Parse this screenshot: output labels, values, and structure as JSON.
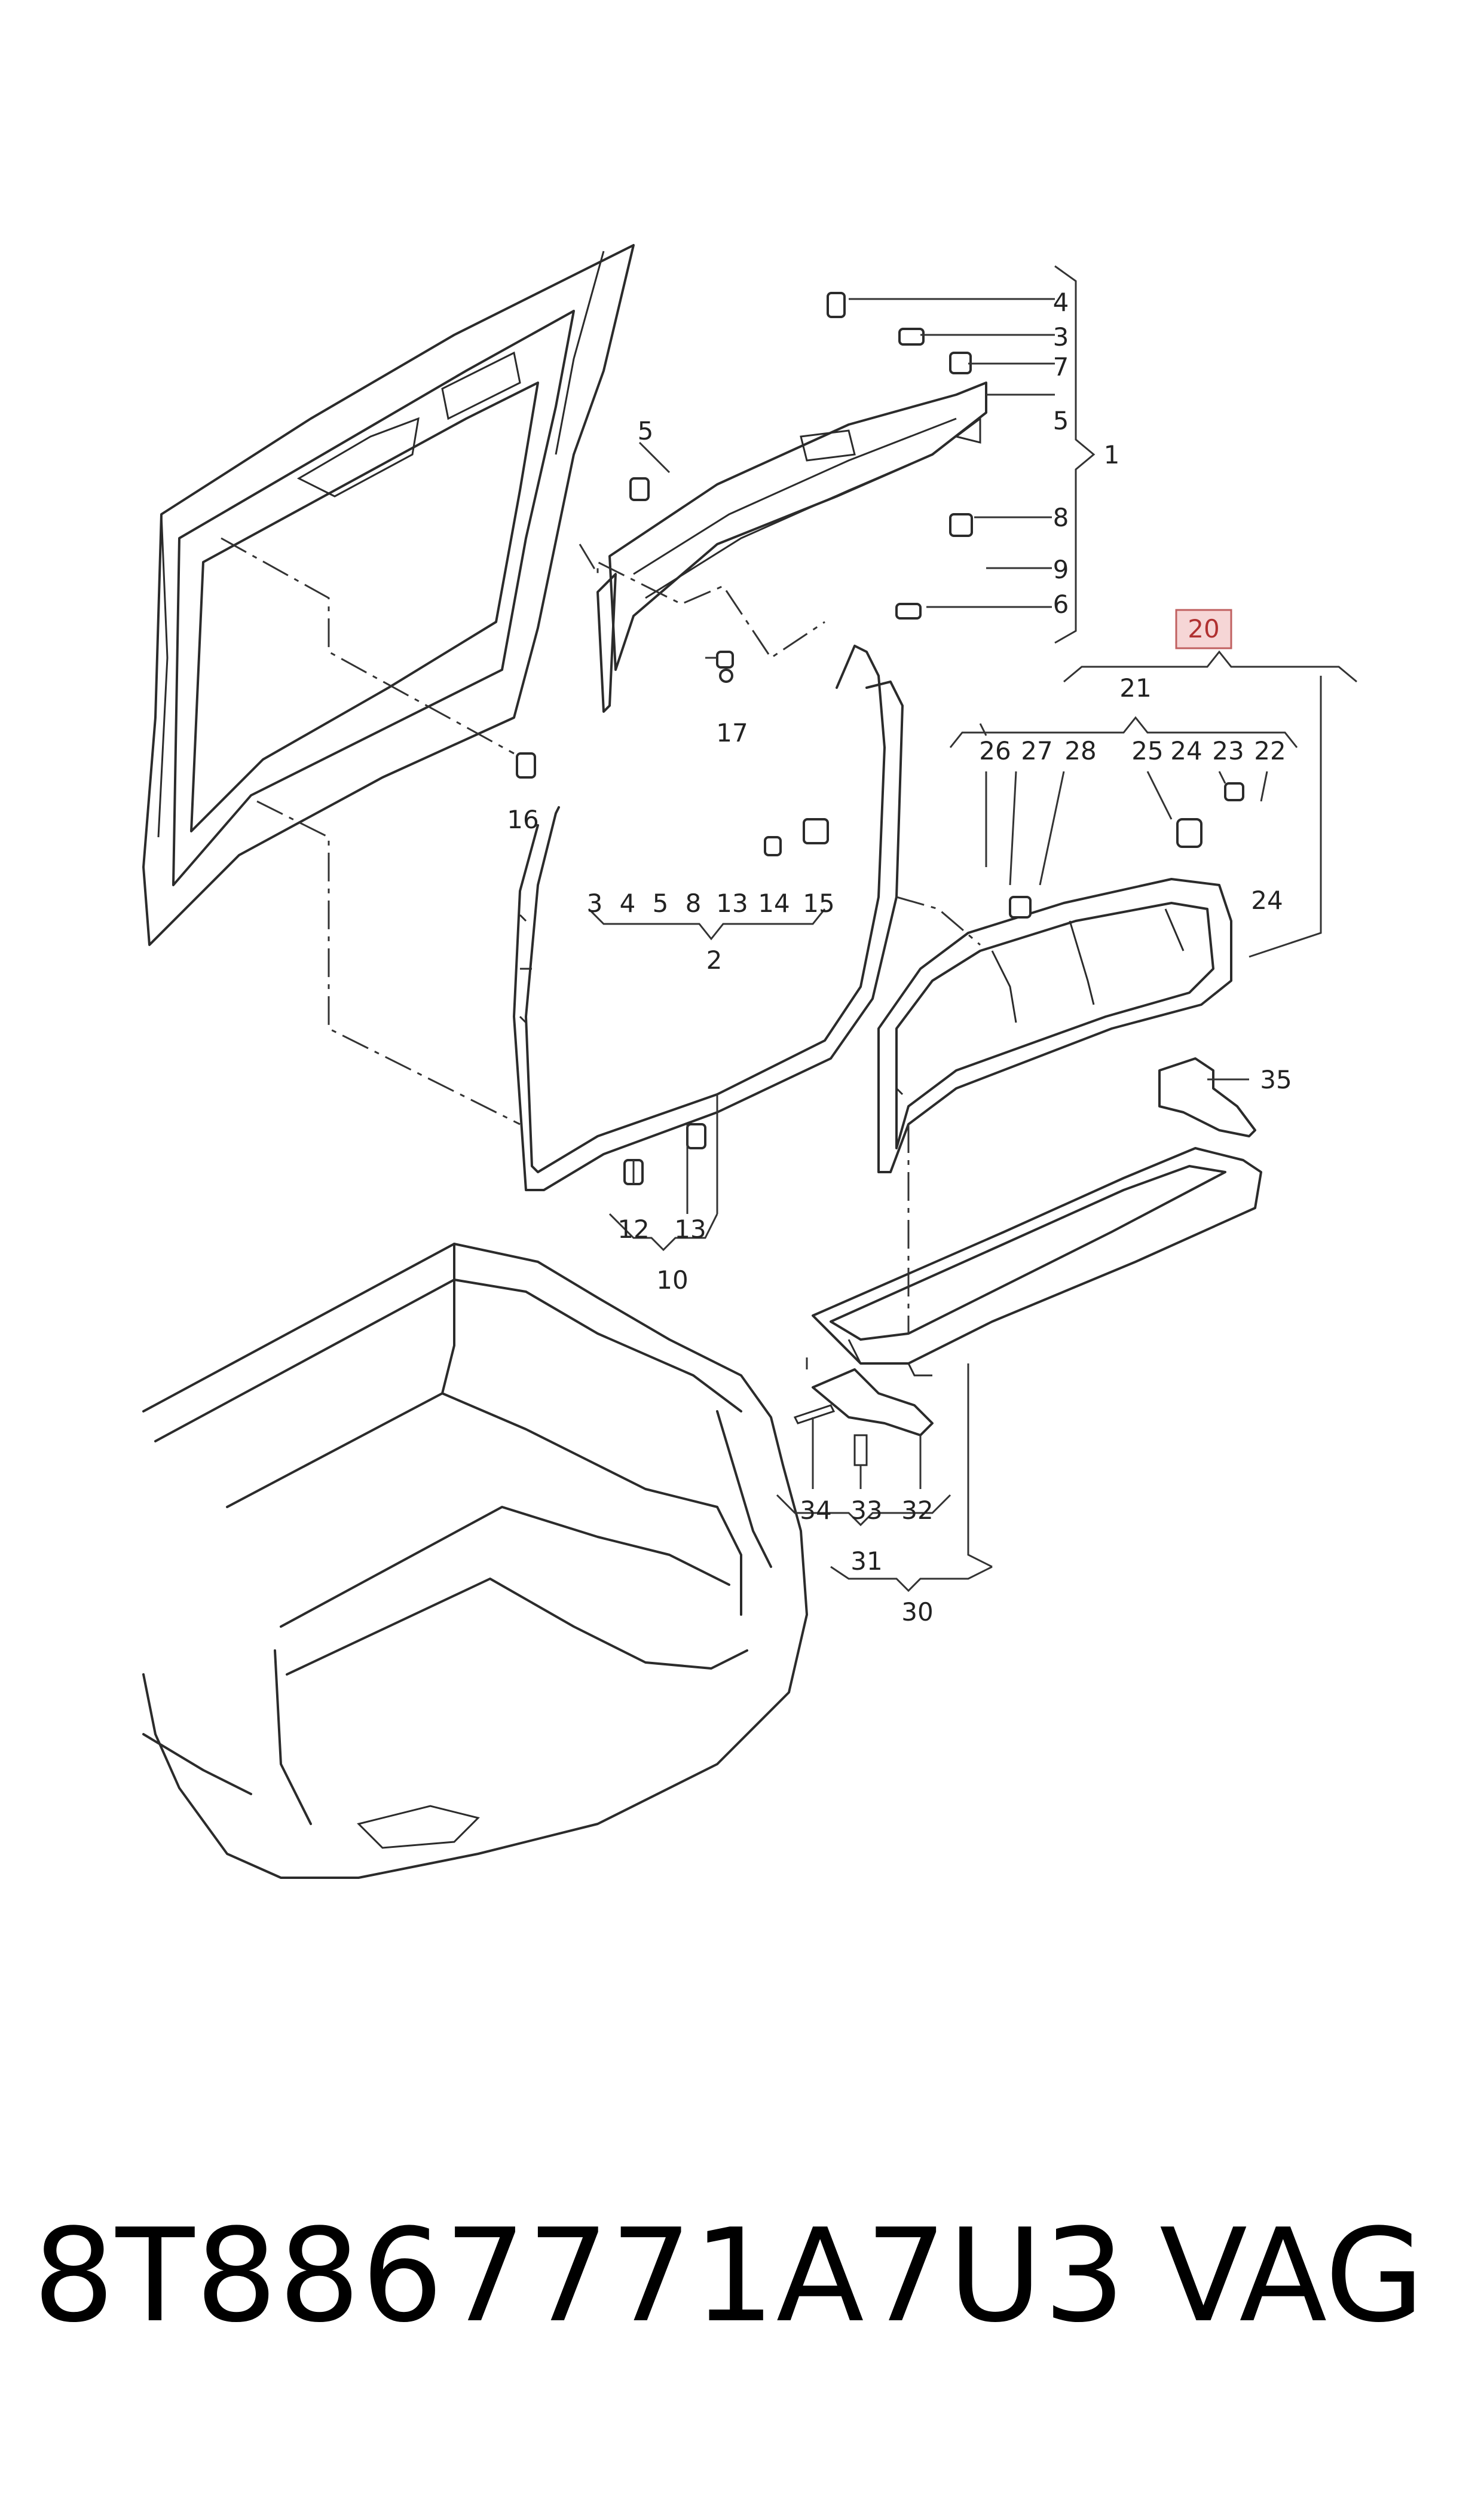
{
  "callouts": {
    "c1": "1",
    "c2": "2",
    "c3a": "3",
    "c3b": "3",
    "c4a": "4",
    "c4b": "4",
    "c5a": "5",
    "c5b": "5",
    "c5c": "5",
    "c6": "6",
    "c7": "7",
    "c8a": "8",
    "c8b": "8",
    "c9": "9",
    "c10": "10",
    "c12": "12",
    "c13a": "13",
    "c13b": "13",
    "c14": "14",
    "c15": "15",
    "c16": "16",
    "c17": "17",
    "c20": "20",
    "c21": "21",
    "c22": "22",
    "c23": "23",
    "c24a": "24",
    "c24b": "24",
    "c25": "25",
    "c26": "26",
    "c27": "27",
    "c28": "28",
    "c30": "30",
    "c31": "31",
    "c32": "32",
    "c33": "33",
    "c34": "34",
    "c35": "35"
  },
  "footer": {
    "part_number": "8T8867771A7U3",
    "brand": "VAG"
  },
  "colors": {
    "highlight_box": "#f6d6d6",
    "highlight_border": "#c06060"
  }
}
